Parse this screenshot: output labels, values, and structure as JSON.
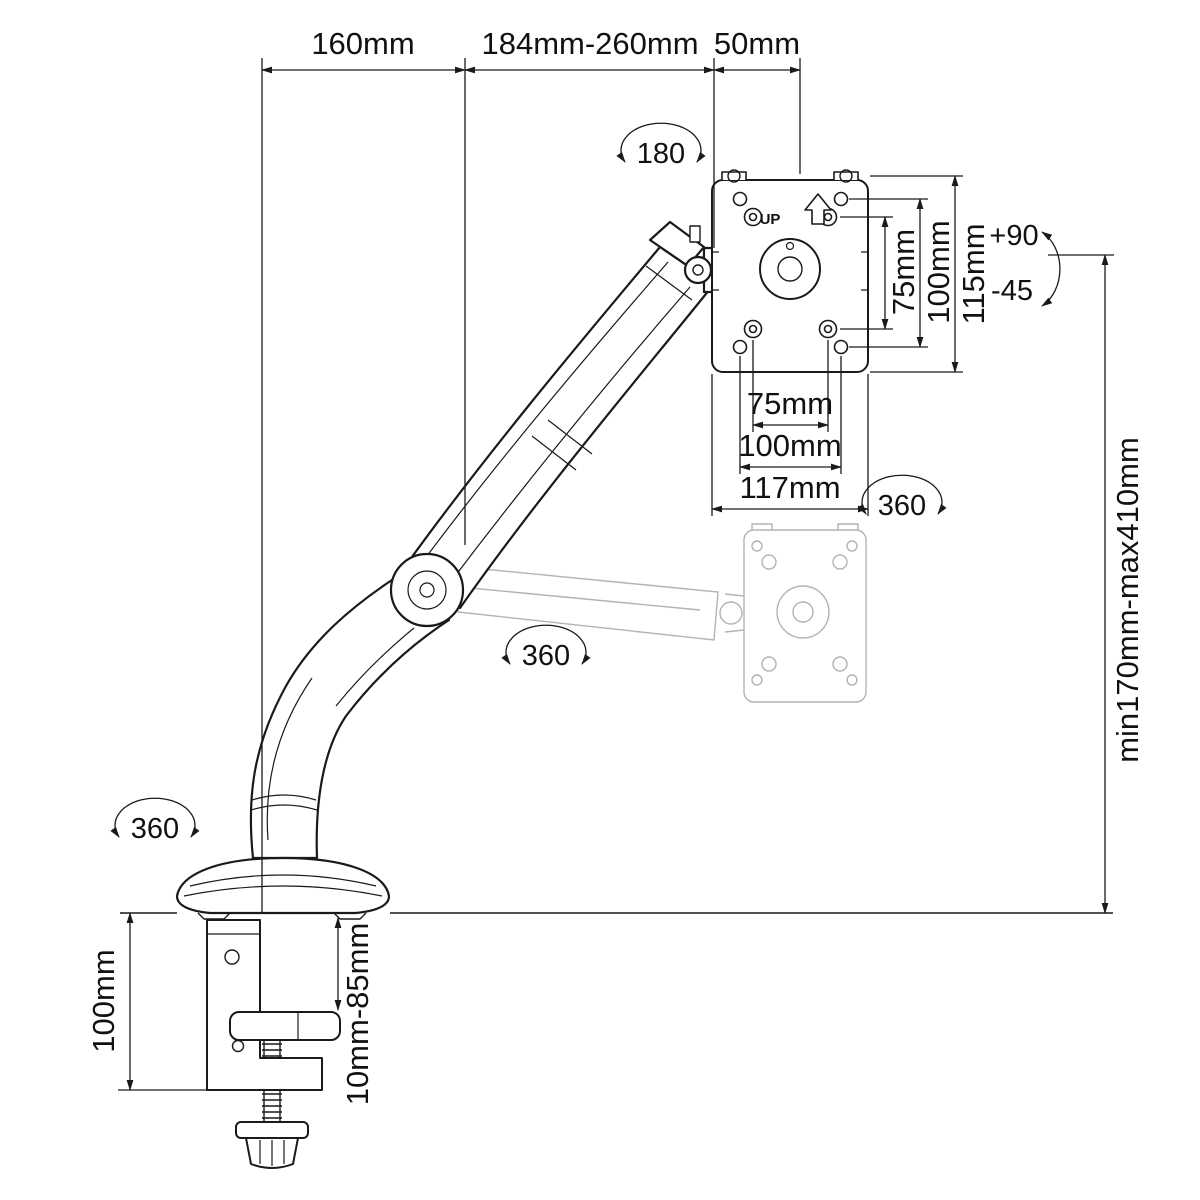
{
  "colors": {
    "line": "#1a1a1a",
    "ghost": "#b3b3b3",
    "background": "#ffffff"
  },
  "labels": {
    "top_160": "160mm",
    "top_184_260": "184mm-260mm",
    "top_50": "50mm",
    "vesa_v_75": "75mm",
    "vesa_v_100": "100mm",
    "vesa_v_115": "115mm",
    "vesa_h_75": "75mm",
    "vesa_h_100": "100mm",
    "vesa_h_117": "117mm",
    "height_range": "min170mm-max410mm",
    "clamp_height": "100mm",
    "clamp_range": "10mm-85mm",
    "rot_180_head": "180",
    "rot_360_vesa": "360",
    "rot_360_arm": "360",
    "rot_360_base": "360",
    "tilt_up": "+90",
    "tilt_down": "-45",
    "vesa_up": "UP"
  }
}
